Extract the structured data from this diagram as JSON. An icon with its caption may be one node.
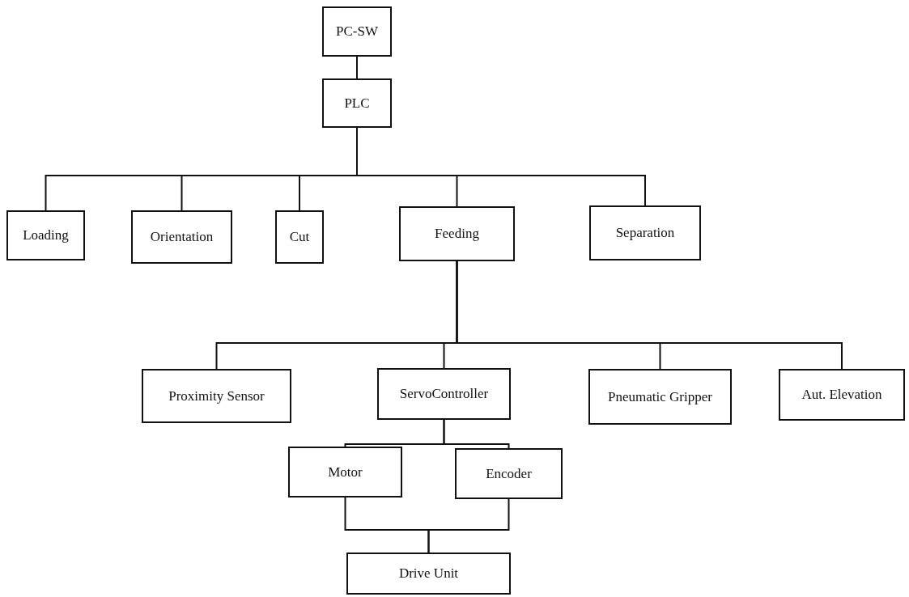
{
  "diagram": {
    "nodes": [
      {
        "text": [
          "PC-SW"
        ]
      },
      {
        "text": [
          "PLC"
        ]
      },
      {
        "text": [
          "Loading"
        ]
      },
      {
        "text": [
          "Orientation"
        ]
      },
      {
        "text": [
          "Cut"
        ]
      },
      {
        "text": [
          "Feeding"
        ]
      },
      {
        "text": [
          "Separation"
        ]
      },
      {
        "text": [
          "Proximity Sensor"
        ]
      },
      {
        "text": [
          "ServoController"
        ]
      },
      {
        "text": [
          "Pneumatic Gripper"
        ]
      },
      {
        "text": [
          "Aut. Elevation"
        ]
      },
      {
        "text": [
          "Motor"
        ]
      },
      {
        "text": [
          "Encoder"
        ]
      },
      {
        "text": [
          "Drive Unit"
        ]
      }
    ],
    "edges": [
      {
        "from": 0,
        "to": 1,
        "arrow": "none"
      },
      {
        "from": 1,
        "to": 2,
        "arrow": "none"
      },
      {
        "from": 1,
        "to": 3,
        "arrow": "none"
      },
      {
        "from": 1,
        "to": 4,
        "arrow": "none"
      },
      {
        "from": 1,
        "to": 5,
        "arrow": "none"
      },
      {
        "from": 1,
        "to": 6,
        "arrow": "none"
      },
      {
        "from": 5,
        "to": 7,
        "arrow": "none"
      },
      {
        "from": 5,
        "to": 8,
        "arrow": "none"
      },
      {
        "from": 5,
        "to": 9,
        "arrow": "none"
      },
      {
        "from": 5,
        "to": 10,
        "arrow": "none"
      },
      {
        "from": 8,
        "to": 11,
        "arrow": "none"
      },
      {
        "from": 8,
        "to": 12,
        "arrow": "none"
      },
      {
        "from": 11,
        "to": 13,
        "arrow": "none"
      },
      {
        "from": 12,
        "to": 13,
        "arrow": "none"
      }
    ]
  }
}
